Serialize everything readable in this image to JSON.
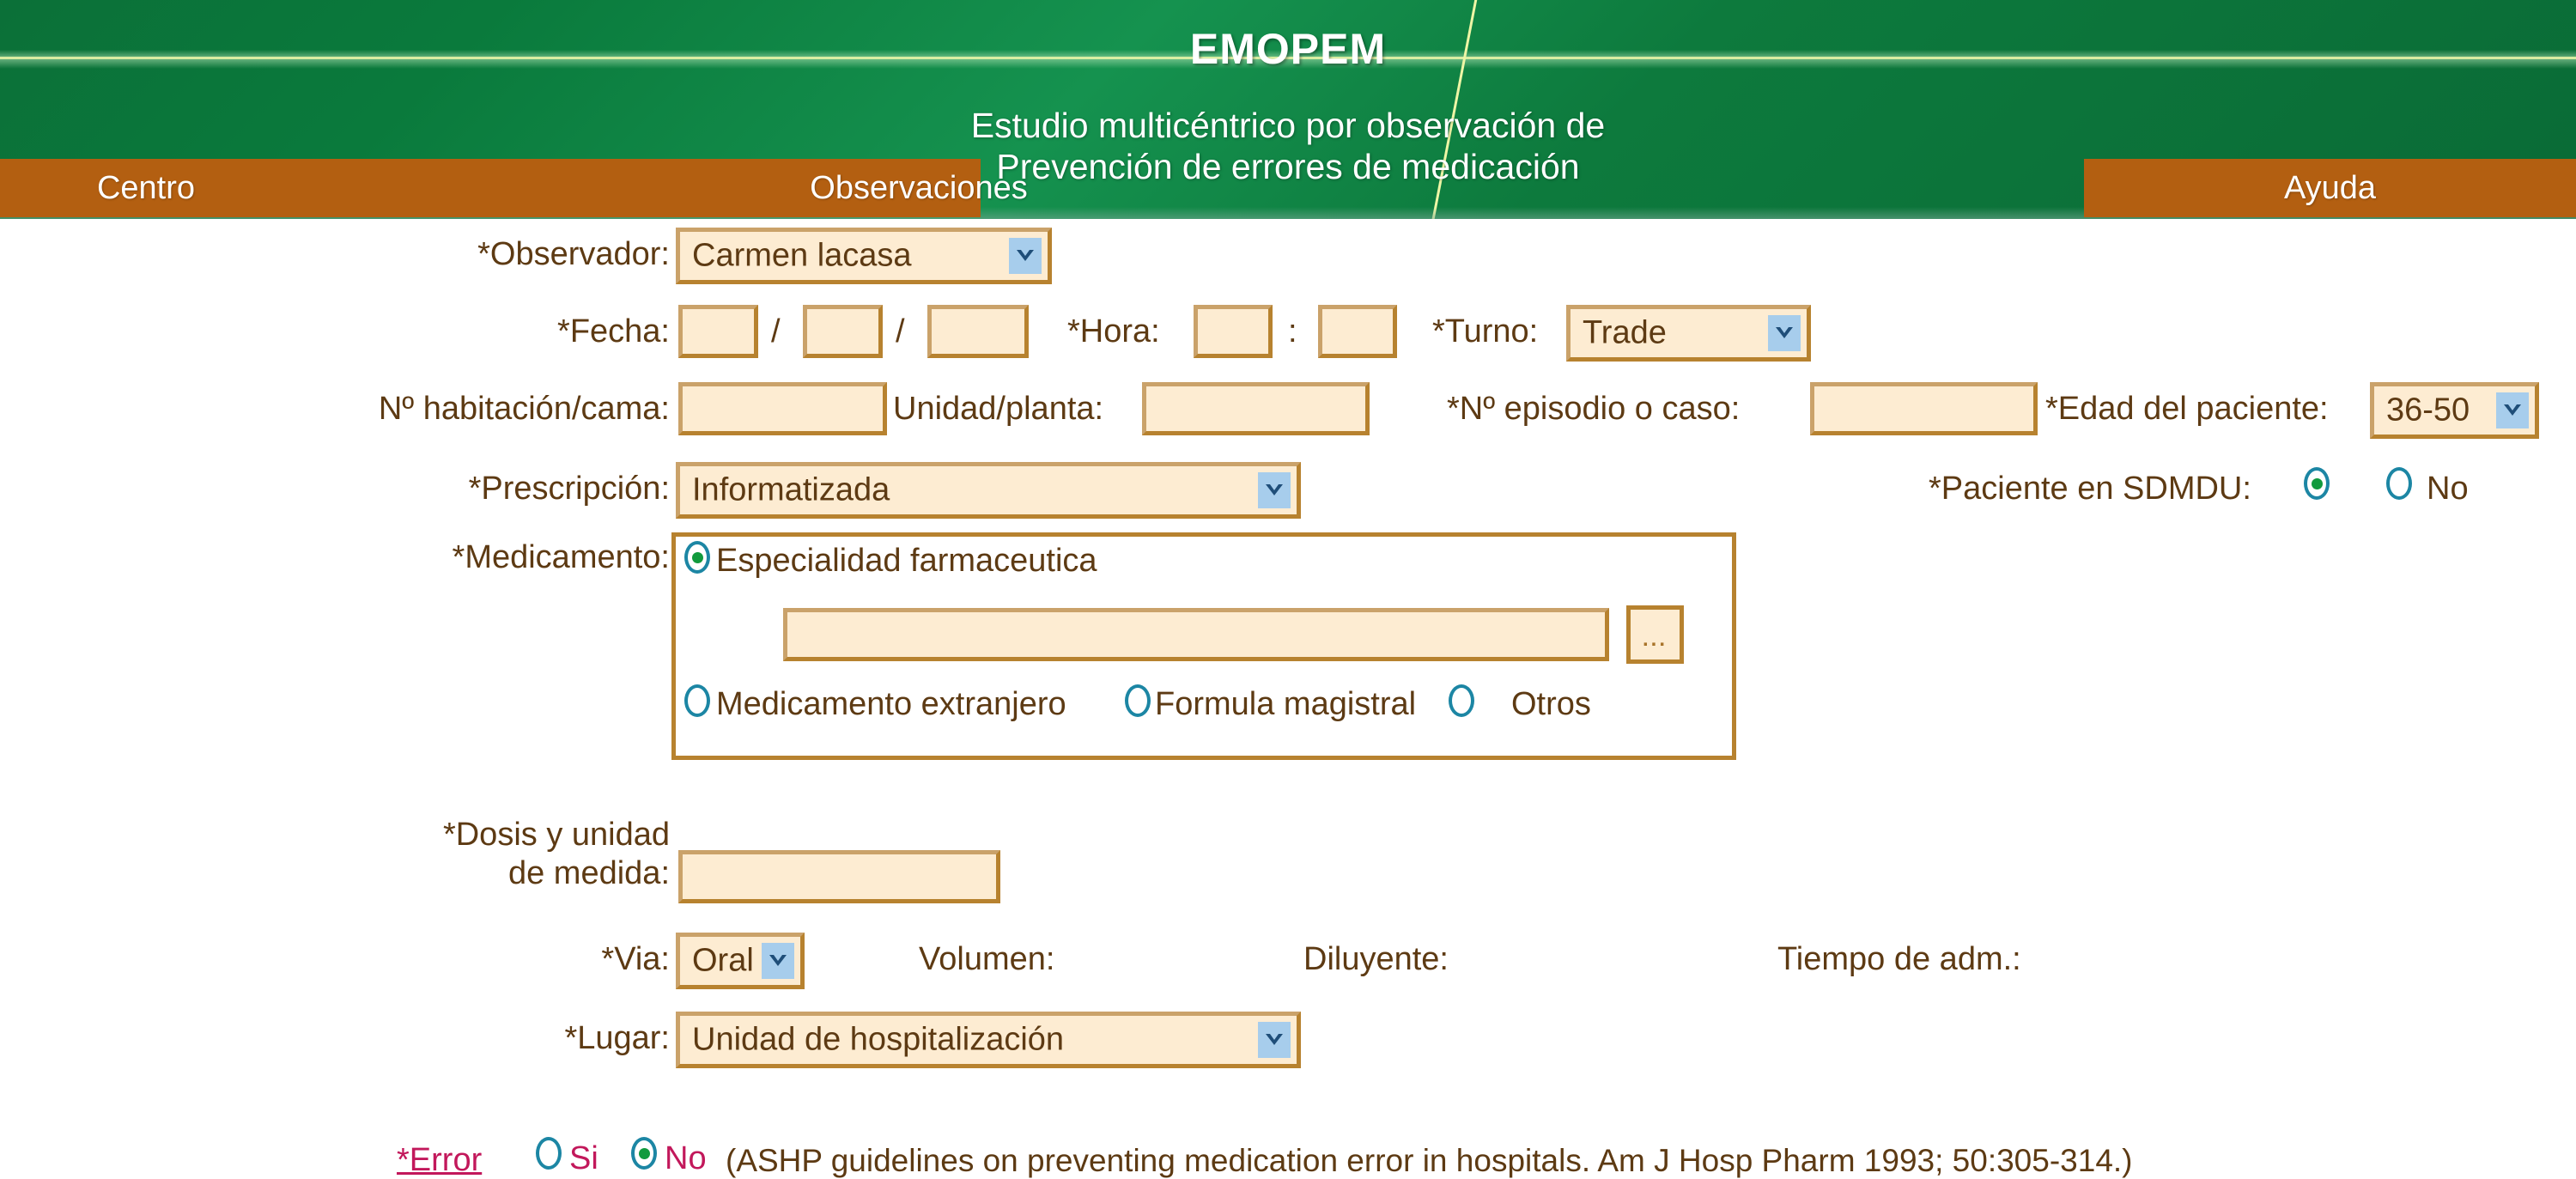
{
  "header": {
    "brand": "EMOPEM",
    "subtitle_line1": "Estudio multicéntrico por observación de",
    "subtitle_line2": "Prevención de errores de medicación",
    "colors": {
      "green": "#0d7a3c",
      "brown": "#b35f11",
      "accent_yellow": "#eef6a6",
      "field_bg": "#fdecd2",
      "field_border": "#b7822f",
      "label_text": "#5d3a13",
      "radio_border": "#1c86a4",
      "radio_dot": "#119a3d",
      "error_red": "#c2185b",
      "dropdown_button": "#a7cdec"
    }
  },
  "nav": {
    "items": [
      {
        "label": "Centro"
      },
      {
        "label": "Observaciones"
      },
      {
        "label": "Ayuda"
      }
    ]
  },
  "form": {
    "observador": {
      "label": "*Observador:",
      "value": "Carmen lacasa"
    },
    "fecha": {
      "label": "*Fecha:",
      "day": "",
      "month": "",
      "year": "",
      "separator": "/"
    },
    "hora": {
      "label": "*Hora:",
      "hours": "",
      "minutes": "",
      "separator": ":"
    },
    "turno": {
      "label": "*Turno:",
      "value": "Trade"
    },
    "habitacion": {
      "label": "Nº habitación/cama:",
      "value": ""
    },
    "unidad": {
      "label": "Unidad/planta:",
      "value": ""
    },
    "episodio": {
      "label": "*Nº episodio o caso:",
      "value": ""
    },
    "edad": {
      "label": "*Edad del paciente:",
      "value": "36-50"
    },
    "prescripcion": {
      "label": "*Prescripción:",
      "value": "Informatizada"
    },
    "sdmdu": {
      "label": "*Paciente en SDMDU:",
      "options": [
        {
          "label": "",
          "selected": true
        },
        {
          "label": "No",
          "selected": false
        }
      ]
    },
    "medicamento": {
      "label": "*Medicamento:",
      "options": [
        {
          "label": "Especialidad farmaceutica",
          "selected": true
        },
        {
          "label": "Medicamento extranjero",
          "selected": false
        },
        {
          "label": "Formula magistral",
          "selected": false
        },
        {
          "label": "Otros",
          "selected": false
        }
      ],
      "search_value": "",
      "browse_label": "..."
    },
    "dosis": {
      "label_line1": "*Dosis y unidad",
      "label_line2": "de medida:",
      "value": ""
    },
    "via": {
      "label": "*Via:",
      "value": "Oral"
    },
    "volumen": {
      "label": "Volumen:"
    },
    "diluyente": {
      "label": "Diluyente:"
    },
    "tiempo_adm": {
      "label": "Tiempo de adm.:"
    },
    "lugar": {
      "label": "*Lugar:",
      "value": "Unidad de hospitalización"
    },
    "error": {
      "link_label": "*Error",
      "options": [
        {
          "label": "Si",
          "selected": false
        },
        {
          "label": "No",
          "selected": true
        }
      ],
      "citation": "(ASHP guidelines on preventing medication error in hospitals. Am J Hosp Pharm 1993; 50:305-314.)"
    }
  }
}
